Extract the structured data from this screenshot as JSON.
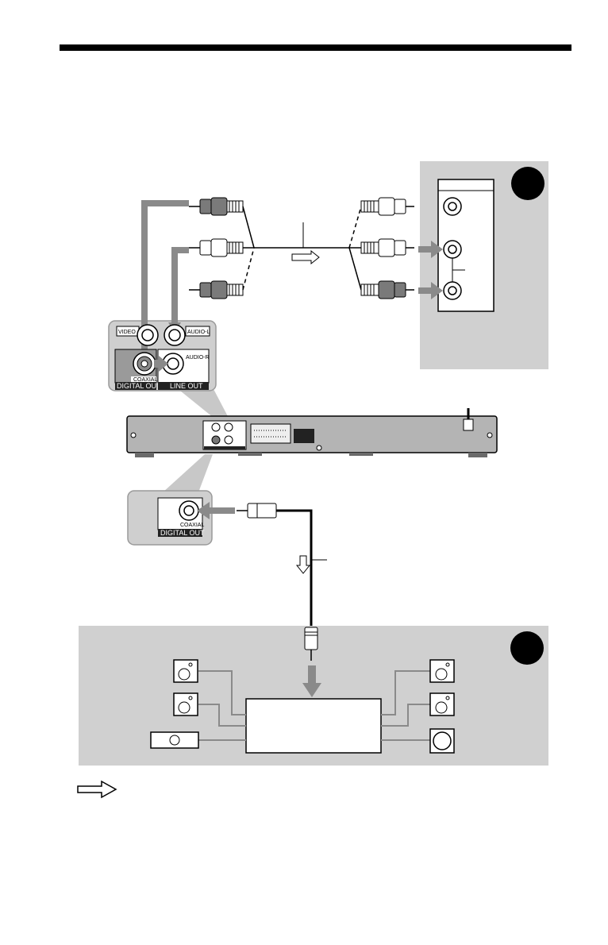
{
  "colors": {
    "panel_gray": "#d0d0d0",
    "arrow_gray": "#8a8a8a",
    "player_body": "#b4b4b4",
    "label_black": "#222222"
  },
  "player_rear": {
    "jack_video": "VIDEO",
    "jack_audio_l": "AUDIO-L",
    "jack_audio_r": "AUDIO-R",
    "jack_coaxial": "COAXIAL",
    "group_digital_out": "DIGITAL OUT",
    "group_line_out": "LINE OUT"
  },
  "coaxial_zoom": {
    "jack_coaxial": "COAXIAL",
    "group_digital_out": "DIGITAL OUT"
  }
}
